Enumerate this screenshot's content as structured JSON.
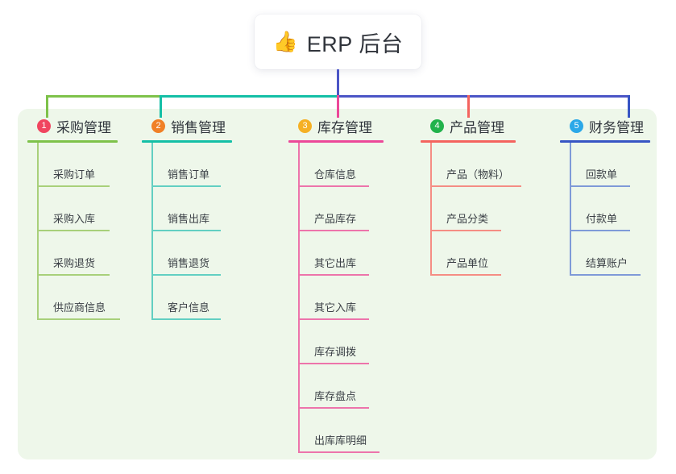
{
  "root": {
    "icon": "thumbs-up-icon",
    "icon_glyph": "👍",
    "label": "ERP 后台",
    "stem_color": "#4b55c6"
  },
  "canvas": {
    "background": "#ffffff",
    "panel_color": "#eef7ea"
  },
  "bus": {
    "segments": [
      {
        "name": "bus-segment-green",
        "color": "#7ec24a"
      },
      {
        "name": "bus-segment-teal",
        "color": "#14bfa6"
      },
      {
        "name": "bus-segment-indigo",
        "color": "#4b55c6"
      }
    ]
  },
  "branches": [
    {
      "number": "1",
      "title": "采购管理",
      "badge_color": "#f0455f",
      "line_color": "#7ec24a",
      "leaf_color": "#a8d07a",
      "items": [
        "采购订单",
        "采购入库",
        "采购退货",
        "供应商信息"
      ]
    },
    {
      "number": "2",
      "title": "销售管理",
      "badge_color": "#f08026",
      "line_color": "#14bfa6",
      "leaf_color": "#62cfc2",
      "items": [
        "销售订单",
        "销售出库",
        "销售退货",
        "客户信息"
      ]
    },
    {
      "number": "3",
      "title": "库存管理",
      "badge_color": "#f5b024",
      "line_color": "#ec4899",
      "leaf_color": "#ed74ab",
      "items": [
        "仓库信息",
        "产品库存",
        "其它出库",
        "其它入库",
        "库存调拨",
        "库存盘点",
        "出库库明细"
      ]
    },
    {
      "number": "4",
      "title": "产品管理",
      "badge_color": "#21b24b",
      "line_color": "#f4635e",
      "leaf_color": "#f58d84",
      "items": [
        "产品（物料）",
        "产品分类",
        "产品单位"
      ]
    },
    {
      "number": "5",
      "title": "财务管理",
      "badge_color": "#2ba8e8",
      "line_color": "#3755c4",
      "leaf_color": "#7f9ad8",
      "items": [
        "回款单",
        "付款单",
        "结算账户"
      ]
    }
  ]
}
